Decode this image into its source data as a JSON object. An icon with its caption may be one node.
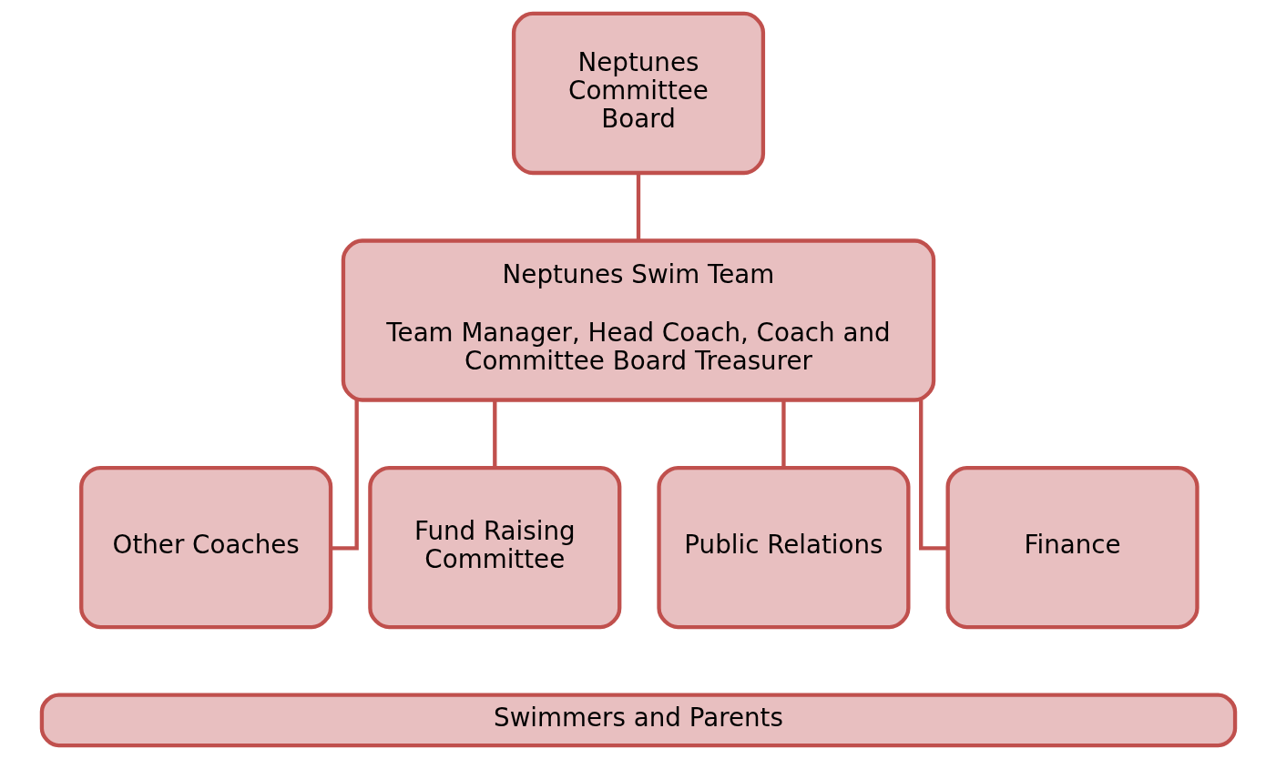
{
  "diagram": {
    "nodes": [
      {
        "text": [
          "Neptunes Committee Board"
        ]
      },
      {
        "text": [
          "Neptunes Swim Team",
          "Team Manager, Head Coach, Coach and Committee Board Treasurer"
        ]
      },
      {
        "text": [
          "Other Coaches"
        ]
      },
      {
        "text": [
          "Fund Raising Committee"
        ]
      },
      {
        "text": [
          "Public Relations"
        ]
      },
      {
        "text": [
          "Finance"
        ]
      },
      {
        "text": [
          "Swimmers and Parents"
        ]
      }
    ],
    "edges": [
      {
        "from": 0,
        "to": 1,
        "arrow": "none"
      },
      {
        "from": 1,
        "to": 2,
        "arrow": "none"
      },
      {
        "from": 1,
        "to": 3,
        "arrow": "none"
      },
      {
        "from": 1,
        "to": 4,
        "arrow": "none"
      },
      {
        "from": 1,
        "to": 5,
        "arrow": "none"
      }
    ]
  }
}
